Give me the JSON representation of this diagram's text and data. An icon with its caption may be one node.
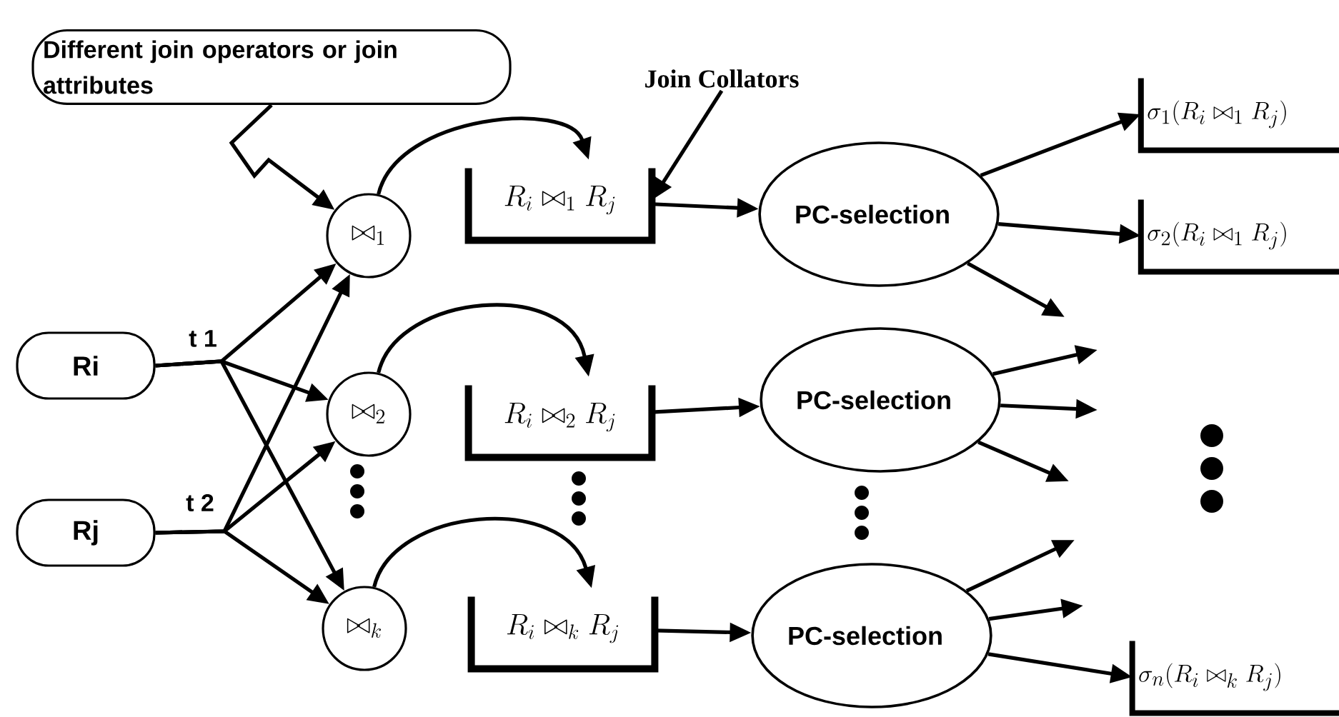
{
  "diagram": {
    "nodes": [
      {
        "text": [
          "Different join operators or join attributes"
        ]
      },
      {
        "text": [
          "Ri"
        ],
        "beside": [
          "t 1"
        ]
      },
      {
        "text": [
          "Rj"
        ],
        "beside": [
          "t 2"
        ]
      },
      {
        "text": [
          "\\bowtie_1"
        ]
      },
      {
        "text": [
          "\\bowtie_2"
        ]
      },
      {
        "text": [
          "\\bowtie_k"
        ]
      },
      {
        "text": [
          "R_i \\bowtie_1 R_j"
        ]
      },
      {
        "text": [
          "R_i \\bowtie_2 R_j"
        ]
      },
      {
        "text": [
          "R_i \\bowtie_k R_j"
        ]
      },
      {
        "text": [
          "PC-selection"
        ]
      },
      {
        "text": [
          "PC-selection"
        ]
      },
      {
        "text": [
          "PC-selection"
        ]
      },
      {
        "text": [
          "\\sigma_1(R_i \\bowtie_1 R_j)"
        ]
      },
      {
        "text": [
          "\\sigma_2(R_i \\bowtie_1 R_j)"
        ]
      },
      {
        "text": [
          "\\sigma_n(R_i \\bowtie_k R_j)"
        ]
      },
      {
        "text": [
          "Join Collators"
        ]
      }
    ],
    "edges": [
      {
        "from": 0,
        "to": 3,
        "arrow": "to"
      },
      {
        "from": 1,
        "to": 3,
        "arrow": "to"
      },
      {
        "from": 1,
        "to": 4,
        "arrow": "to"
      },
      {
        "from": 1,
        "to": 5,
        "arrow": "to"
      },
      {
        "from": 2,
        "to": 3,
        "arrow": "to"
      },
      {
        "from": 2,
        "to": 4,
        "arrow": "to"
      },
      {
        "from": 2,
        "to": 5,
        "arrow": "to"
      },
      {
        "from": 3,
        "to": 6,
        "arrow": "to"
      },
      {
        "from": 4,
        "to": 7,
        "arrow": "to"
      },
      {
        "from": 5,
        "to": 8,
        "arrow": "to"
      },
      {
        "from": 6,
        "to": 9,
        "arrow": "to"
      },
      {
        "from": 7,
        "to": 10,
        "arrow": "to"
      },
      {
        "from": 8,
        "to": 11,
        "arrow": "to"
      },
      {
        "from": 9,
        "to": 12,
        "arrow": "to"
      },
      {
        "from": 9,
        "to": 13,
        "arrow": "to"
      },
      {
        "from": 9,
        "to": null,
        "arrow": "to"
      },
      {
        "from": 10,
        "to": null,
        "arrow": "to"
      },
      {
        "from": 10,
        "to": null,
        "arrow": "to"
      },
      {
        "from": 10,
        "to": null,
        "arrow": "to"
      },
      {
        "from": 11,
        "to": null,
        "arrow": "to"
      },
      {
        "from": 11,
        "to": null,
        "arrow": "to"
      },
      {
        "from": 11,
        "to": 14,
        "arrow": "to"
      },
      {
        "from": 15,
        "to": 6,
        "arrow": "to"
      }
    ]
  }
}
